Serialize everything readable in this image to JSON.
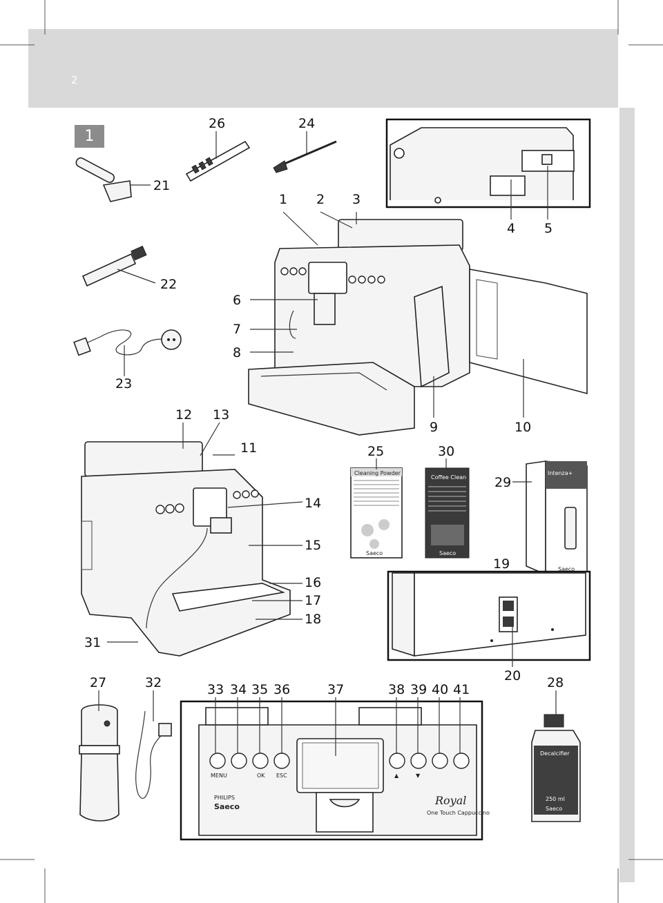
{
  "page": {
    "number": "2",
    "figure": "1"
  },
  "callouts": {
    "c1": "1",
    "c2": "2",
    "c3": "3",
    "c4": "4",
    "c5": "5",
    "c6": "6",
    "c7": "7",
    "c8": "8",
    "c9": "9",
    "c10": "10",
    "c11": "11",
    "c12": "12",
    "c13": "13",
    "c14": "14",
    "c15": "15",
    "c16": "16",
    "c17": "17",
    "c18": "18",
    "c19": "19",
    "c20": "20",
    "c21": "21",
    "c22": "22",
    "c23": "23",
    "c24": "24",
    "c25": "25",
    "c26": "26",
    "c27": "27",
    "c28": "28",
    "c29": "29",
    "c30": "30",
    "c31": "31",
    "c32": "32",
    "c33": "33",
    "c34": "34",
    "c35": "35",
    "c36": "36",
    "c37": "37",
    "c38": "38",
    "c39": "39",
    "c40": "40",
    "c41": "41"
  },
  "products": {
    "cleaning_powder": "Cleaning Powder",
    "coffee_clean": "Coffee Clean",
    "intenza": "Intenza+",
    "decalcifier": "Decalcifier",
    "decalcifier_volume": "250 ml",
    "saeco_brand": "Saeco"
  },
  "control_panel": {
    "btn_menu": "MENU",
    "btn_ok": "OK",
    "btn_esc": "ESC",
    "btn_up": "▲",
    "btn_down": "▼",
    "brand_philips": "PHILIPS",
    "brand_saeco": "Saeco",
    "model_royal": "Royal",
    "model_sub": "One Touch Cappuccino"
  }
}
